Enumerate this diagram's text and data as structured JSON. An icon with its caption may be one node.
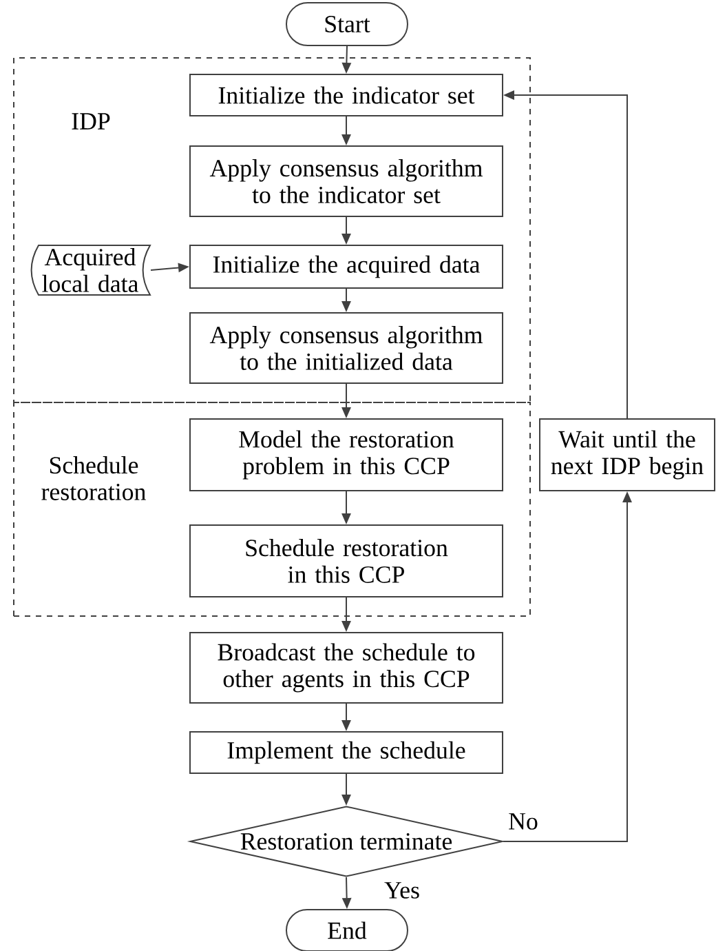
{
  "diagram": {
    "nodes": [
      {
        "text": [
          "Start"
        ]
      },
      {
        "text": [
          "IDP"
        ]
      },
      {
        "text": [
          "Initialize the indicator set"
        ],
        "in": 1
      },
      {
        "text": [
          "Apply consensus algorithm to the indicator set"
        ],
        "in": 1
      },
      {
        "text": [
          "Acquired local data"
        ],
        "in": 1
      },
      {
        "text": [
          "Initialize the acquired data"
        ],
        "in": 1
      },
      {
        "text": [
          "Apply consensus algorithm to the initialized data"
        ],
        "in": 1
      },
      {
        "text": [
          "Schedule restoration"
        ]
      },
      {
        "text": [
          "Model the restoration problem in this CCP"
        ],
        "in": 7
      },
      {
        "text": [
          "Schedule restoration in this CCP"
        ],
        "in": 7
      },
      {
        "text": [
          "Broadcast the schedule to other agents in this CCP"
        ]
      },
      {
        "text": [
          "Implement the schedule"
        ]
      },
      {
        "text": [
          "Restoration terminate"
        ]
      },
      {
        "text": [
          "End"
        ]
      },
      {
        "text": [
          "Wait until the next IDP begin"
        ]
      }
    ],
    "edges": [
      {
        "from": 0,
        "to": 2,
        "arrow": "to"
      },
      {
        "from": 2,
        "to": 3,
        "arrow": "to"
      },
      {
        "from": 3,
        "to": 5,
        "arrow": "to"
      },
      {
        "from": 4,
        "to": 5,
        "arrow": "to"
      },
      {
        "from": 5,
        "to": 6,
        "arrow": "to"
      },
      {
        "from": 6,
        "to": 8,
        "arrow": "to"
      },
      {
        "from": 8,
        "to": 9,
        "arrow": "to"
      },
      {
        "from": 9,
        "to": 10,
        "arrow": "to"
      },
      {
        "from": 10,
        "to": 11,
        "arrow": "to"
      },
      {
        "from": 11,
        "to": 12,
        "arrow": "to"
      },
      {
        "from": 12,
        "to": 13,
        "label": "Yes",
        "arrow": "to"
      },
      {
        "from": 12,
        "to": 14,
        "label": "No",
        "arrow": "to"
      },
      {
        "from": 14,
        "to": 2,
        "arrow": "to"
      }
    ]
  }
}
